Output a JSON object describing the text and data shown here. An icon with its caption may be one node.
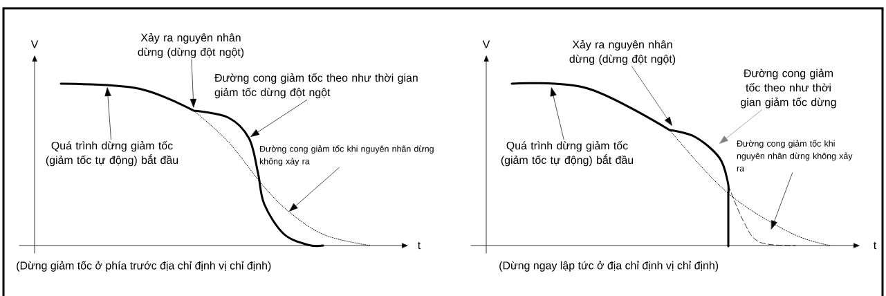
{
  "diagram": {
    "nodes": [
      {
        "text": [
          "Xảy ra nguyên nhân dừng (dừng đột ngột)"
        ]
      },
      {
        "text": [
          "Quá trình dừng giảm tốc (giảm tốc tự động) bắt đầu"
        ]
      },
      {
        "text": [
          "Đường cong giảm tốc theo như thời gian giảm tốc dừng đột ngột"
        ]
      },
      {
        "text": [
          "Đường cong giảm tốc khi nguyên nhân dừng không xảy ra"
        ]
      },
      {
        "text": [
          "Xảy ra nguyên nhân dừng (dừng đột ngột)"
        ]
      },
      {
        "text": [
          "Quá trình dừng giảm tốc (giảm tốc tự động) bắt đầu"
        ]
      },
      {
        "text": [
          "Đường cong giảm tốc theo như thời gian giảm tốc dừng"
        ]
      },
      {
        "text": [
          "Đường cong giảm tốc khi nguyên nhân dừng không xảy ra"
        ]
      },
      {
        "text": [],
        "shape": "curve"
      },
      {
        "text": [],
        "shape": "curve"
      },
      {
        "text": [],
        "shape": "curve"
      },
      {
        "text": [],
        "shape": "curve"
      }
    ],
    "edges": [
      {
        "from": 0,
        "to": 8,
        "arrow": "to"
      },
      {
        "from": 1,
        "to": 8,
        "arrow": "to"
      },
      {
        "from": 2,
        "to": 8,
        "arrow": "to"
      },
      {
        "from": 3,
        "to": 9,
        "arrow": "to"
      },
      {
        "from": 4,
        "to": 10,
        "arrow": "to",
        "style": "dashed"
      },
      {
        "from": 5,
        "to": 10,
        "arrow": "to"
      },
      {
        "from": 6,
        "to": 10,
        "arrow": "to",
        "color": "#808080"
      },
      {
        "from": 7,
        "to": 11,
        "arrow": "to"
      }
    ],
    "labels": [
      "V",
      "t",
      "(Dừng giảm tốc ở phía trước địa chỉ định vị chỉ định)",
      "V",
      "t",
      "(Dừng ngay lập tức ở địa chỉ định vị chỉ định)"
    ]
  }
}
